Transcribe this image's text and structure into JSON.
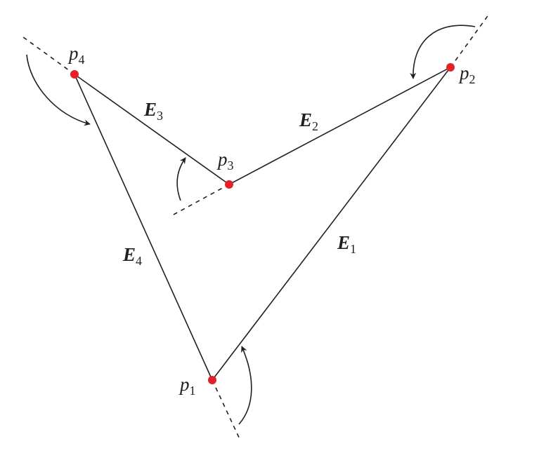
{
  "vertices": [
    {
      "id": "p1",
      "label_main": "p",
      "label_sub": "1"
    },
    {
      "id": "p2",
      "label_main": "p",
      "label_sub": "2"
    },
    {
      "id": "p3",
      "label_main": "p",
      "label_sub": "3"
    },
    {
      "id": "p4",
      "label_main": "p",
      "label_sub": "4"
    }
  ],
  "edges": [
    {
      "id": "E1",
      "from": "p1",
      "to": "p2",
      "label_main": "E",
      "label_sub": "1"
    },
    {
      "id": "E2",
      "from": "p2",
      "to": "p3",
      "label_main": "E",
      "label_sub": "2"
    },
    {
      "id": "E3",
      "from": "p3",
      "to": "p4",
      "label_main": "E",
      "label_sub": "3"
    },
    {
      "id": "E4",
      "from": "p4",
      "to": "p1",
      "label_main": "E",
      "label_sub": "4"
    }
  ],
  "colors": {
    "vertex": "#e3212b",
    "line": "#231f20",
    "background": "#ffffff"
  },
  "style": {
    "extensions": "dashed",
    "turn_indicators": "curved arrows at each vertex"
  }
}
